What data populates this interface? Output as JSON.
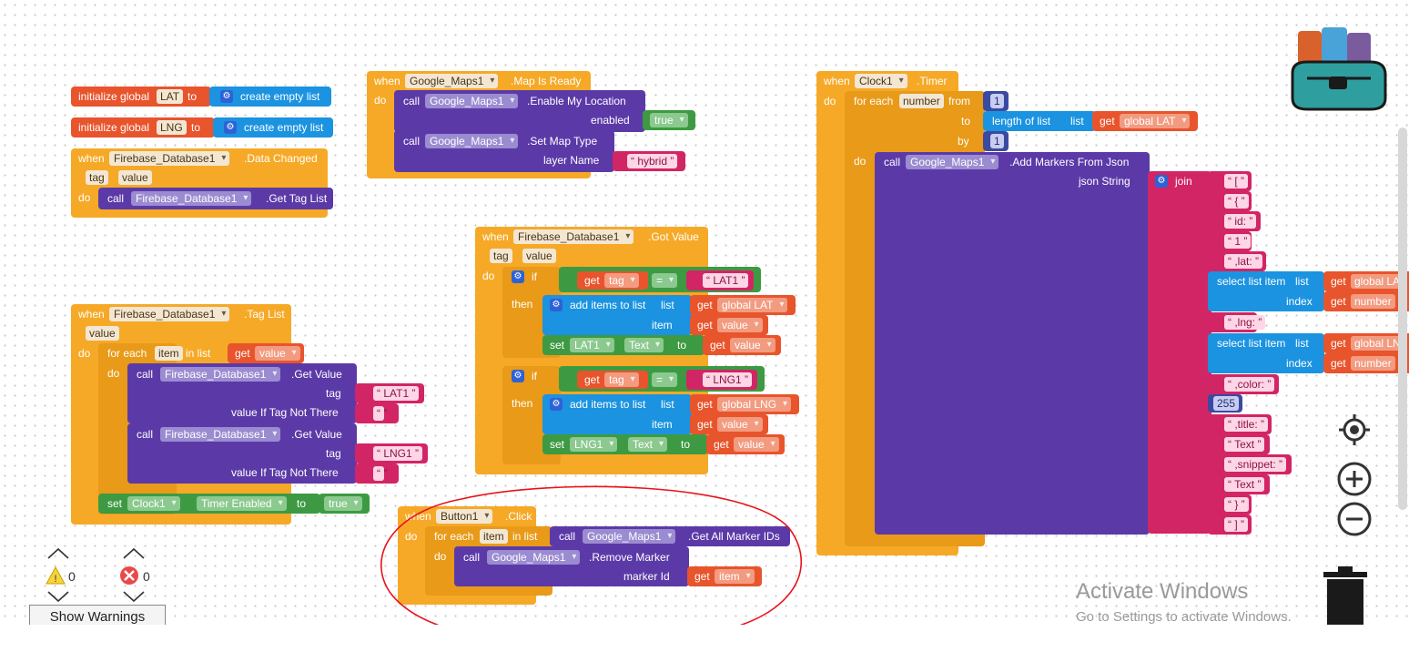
{
  "workspace": {
    "init_lat": {
      "prefix": "initialize global",
      "var": "LAT",
      "to": "to",
      "value": "create empty list"
    },
    "init_lng": {
      "prefix": "initialize global",
      "var": "LNG",
      "to": "to",
      "value": "create empty list"
    },
    "data_changed": {
      "when": "when",
      "component": "Firebase_Database1",
      "event": ".Data Changed",
      "params": [
        "tag",
        "value"
      ],
      "do": "do",
      "call": "call",
      "method": ".Get Tag List"
    },
    "map_ready": {
      "when": "when",
      "component": "Google_Maps1",
      "event": ".Map Is Ready",
      "do": "do",
      "call1": "call",
      "method1": ".Enable My Location",
      "param1": "enabled",
      "value1": "true",
      "call2": "call",
      "method2": ".Set Map Type",
      "param2": "layer Name",
      "value2": "hybrid"
    },
    "got_value": {
      "when": "when",
      "component": "Firebase_Database1",
      "event": ".Got Value",
      "params": [
        "tag",
        "value"
      ],
      "do": "do",
      "if": "if",
      "then": "then",
      "get": "get",
      "tag_var": "tag",
      "eq": "=",
      "lat1": "LAT1",
      "lng1": "LNG1",
      "add_items": "add items to list",
      "list": "list",
      "item": "item",
      "global_lat": "global LAT",
      "global_lng": "global LNG",
      "value_var": "value",
      "set": "set",
      "text": "Text",
      "to": "to",
      "lat_comp": "LAT1",
      "lng_comp": "LNG1"
    },
    "tag_list": {
      "when": "when",
      "component": "Firebase_Database1",
      "event": ".Tag List",
      "param": "value",
      "do": "do",
      "for_each": "for each",
      "item_var": "item",
      "in_list": "in list",
      "get": "get",
      "value_var": "value",
      "do2": "do",
      "call": "call",
      "method": ".Get Value",
      "tag": "tag",
      "value_if": "value If Tag Not There",
      "lat1": "LAT1",
      "lng1": "LNG1",
      "set": "set",
      "clock": "Clock1",
      "timer_enabled": "Timer Enabled",
      "to": "to",
      "true": "true"
    },
    "button_click": {
      "when": "when",
      "component": "Button1",
      "event": ".Click",
      "do": "do",
      "for_each": "for each",
      "item_var": "item",
      "in_list": "in list",
      "call": "call",
      "maps": "Google_Maps1",
      "get_ids": ".Get All Marker IDs",
      "do2": "do",
      "remove": ".Remove Marker",
      "marker_id": "marker Id",
      "get": "get",
      "item_get": "item"
    },
    "clock_timer": {
      "when": "when",
      "component": "Clock1",
      "event": ".Timer",
      "do": "do",
      "for_each": "for each",
      "var": "number",
      "from": "from",
      "from_val": "1",
      "to": "to",
      "length": "length of list",
      "list": "list",
      "get": "get",
      "global_lat": "global LAT",
      "by": "by",
      "by_val": "1",
      "do2": "do",
      "call": "call",
      "maps": "Google_Maps1",
      "method": ".Add Markers From Json",
      "json": "json String",
      "join": "join",
      "strings": [
        "[",
        "{",
        "id:",
        "1",
        ",lat:",
        ",lng:",
        ",color:",
        ",title:",
        "Text",
        ",snippet:",
        "Text",
        "}",
        "]"
      ],
      "select": "select list item",
      "index": "index",
      "number_var": "number",
      "global_lat_cut": "global LA",
      "global_lng_cut": "global LN",
      "color_val": "255"
    }
  },
  "warnings": {
    "warn_count": "0",
    "error_count": "0",
    "button": "Show Warnings"
  },
  "overlay": {
    "activate_title": "Activate Windows",
    "activate_sub": "Go to Settings to activate Windows."
  },
  "icons": [
    "backpack-icon",
    "locate-icon",
    "zoom-in-icon",
    "zoom-out-icon",
    "trash-icon",
    "warning-icon",
    "error-icon",
    "chevron-up-icon",
    "chevron-down-icon"
  ]
}
